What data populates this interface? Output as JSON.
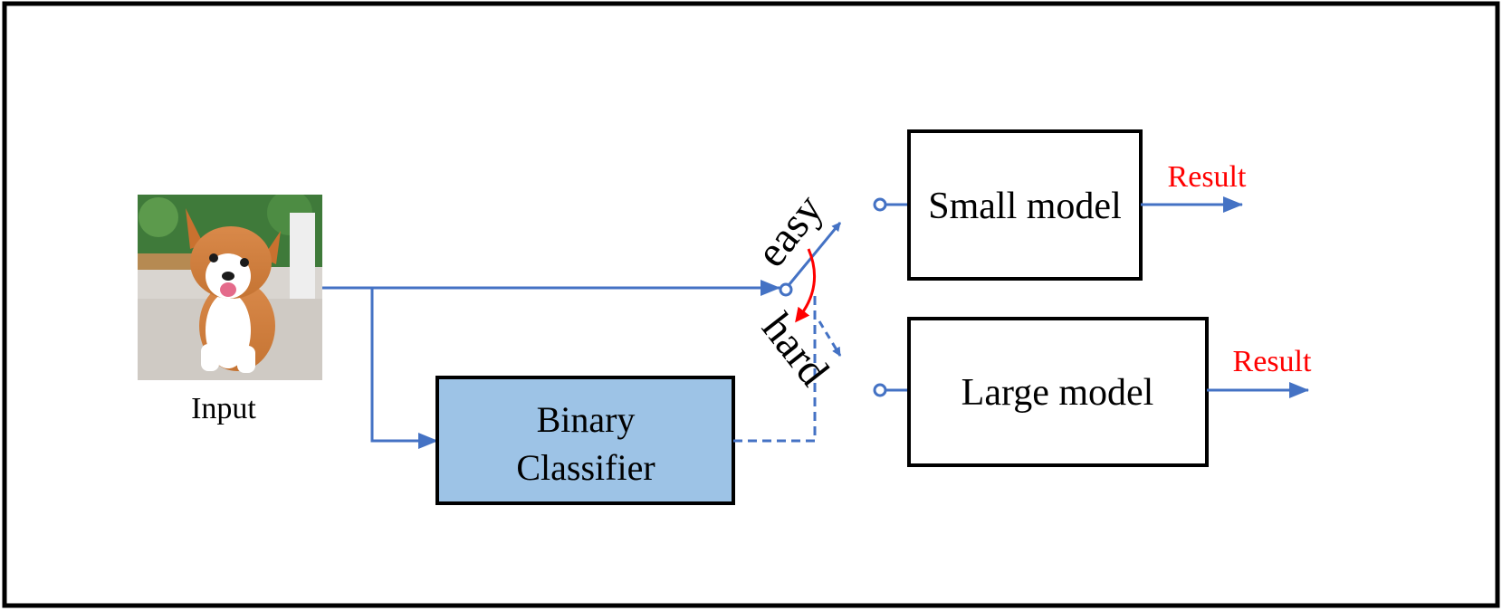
{
  "input": {
    "label": "Input",
    "image_subject": "puppy-photo"
  },
  "classifier": {
    "line1": "Binary",
    "line2": "Classifier",
    "fill": "#9DC3E6"
  },
  "small_model": {
    "label": "Small model",
    "result_label": "Result"
  },
  "large_model": {
    "label": "Large model",
    "result_label": "Result"
  },
  "switch": {
    "easy_label": "easy",
    "hard_label": "hard"
  },
  "colors": {
    "arrow": "#4472C4",
    "result": "#FF0000",
    "switch_arrow": "#FF0000",
    "box_stroke": "#000000"
  }
}
